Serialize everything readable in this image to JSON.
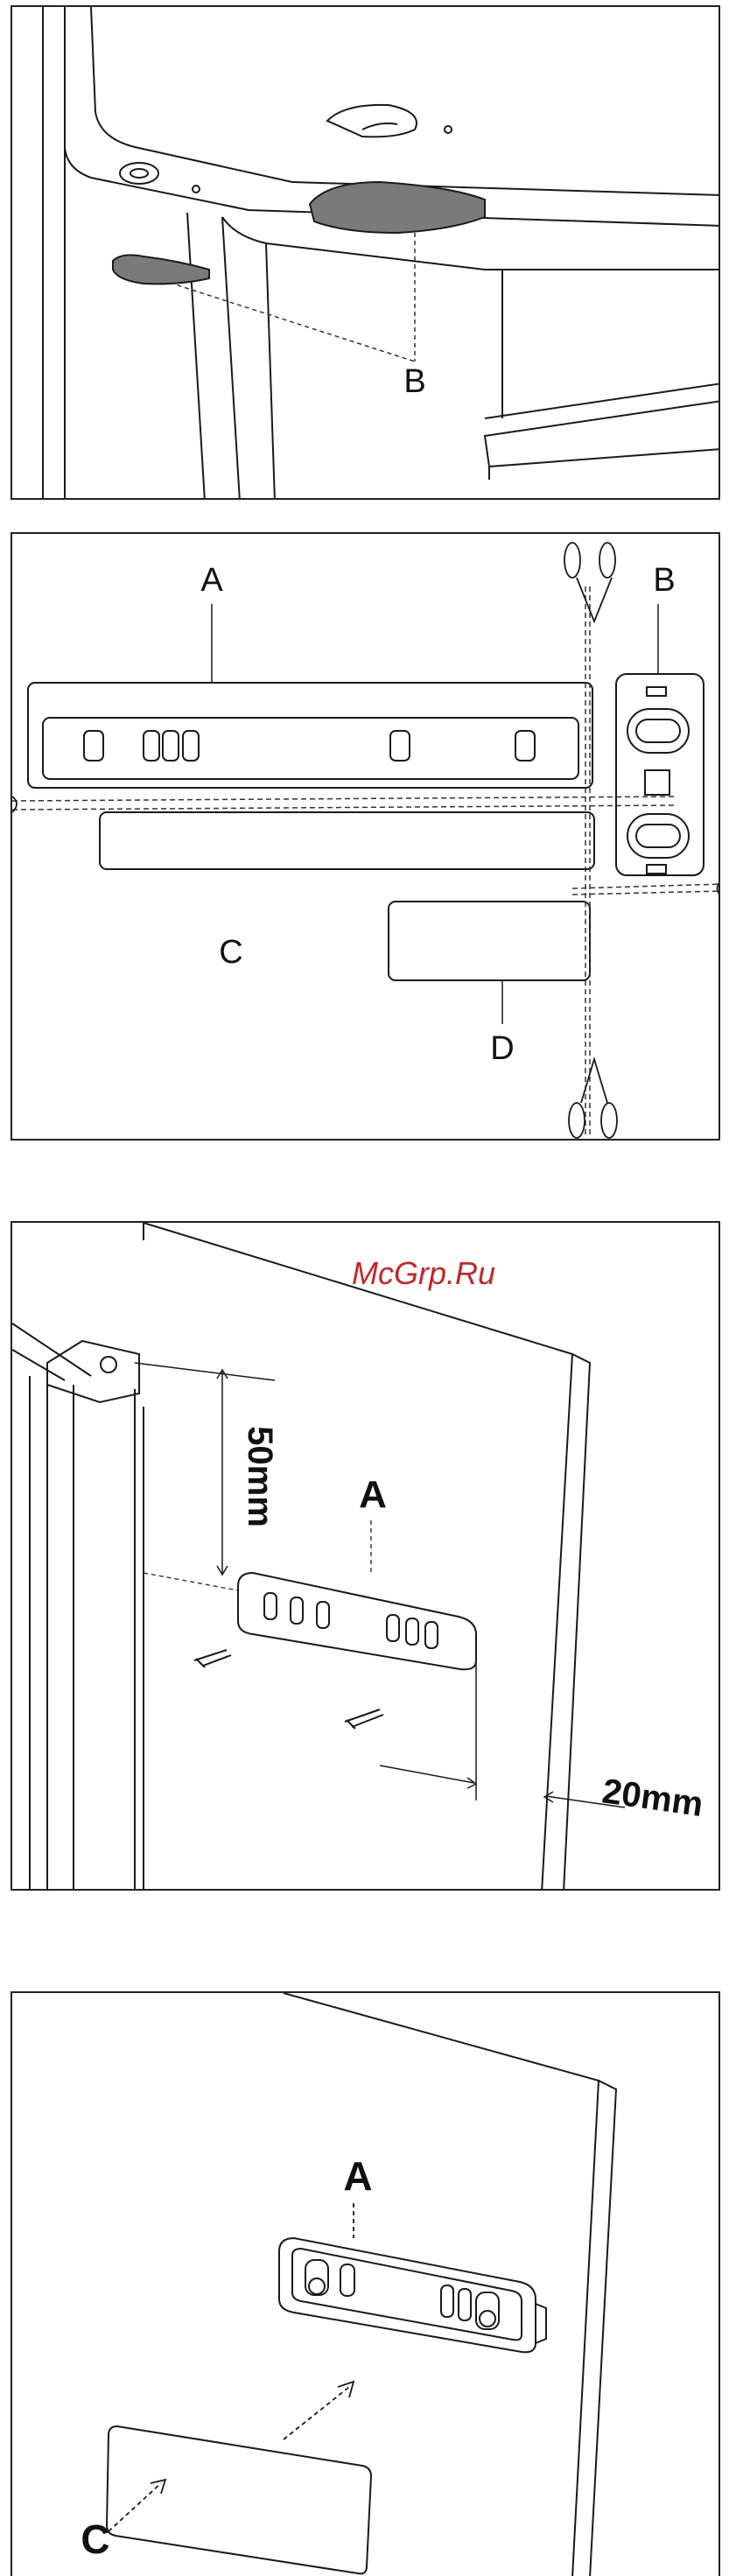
{
  "figure1": {
    "label_b": "B"
  },
  "figure2": {
    "label_a": "A",
    "label_b": "B",
    "label_c": "C",
    "label_d": "D"
  },
  "figure3": {
    "watermark": "McGrp.Ru",
    "label_a": "A",
    "dim_vertical": "50mm",
    "dim_horizontal": "20mm"
  },
  "figure4": {
    "label_a": "A",
    "label_c": "C"
  },
  "colors": {
    "line": "#1a1a1a",
    "shade": "#7a7a7a",
    "dashed": "#333333",
    "watermark": "#c0282a"
  }
}
